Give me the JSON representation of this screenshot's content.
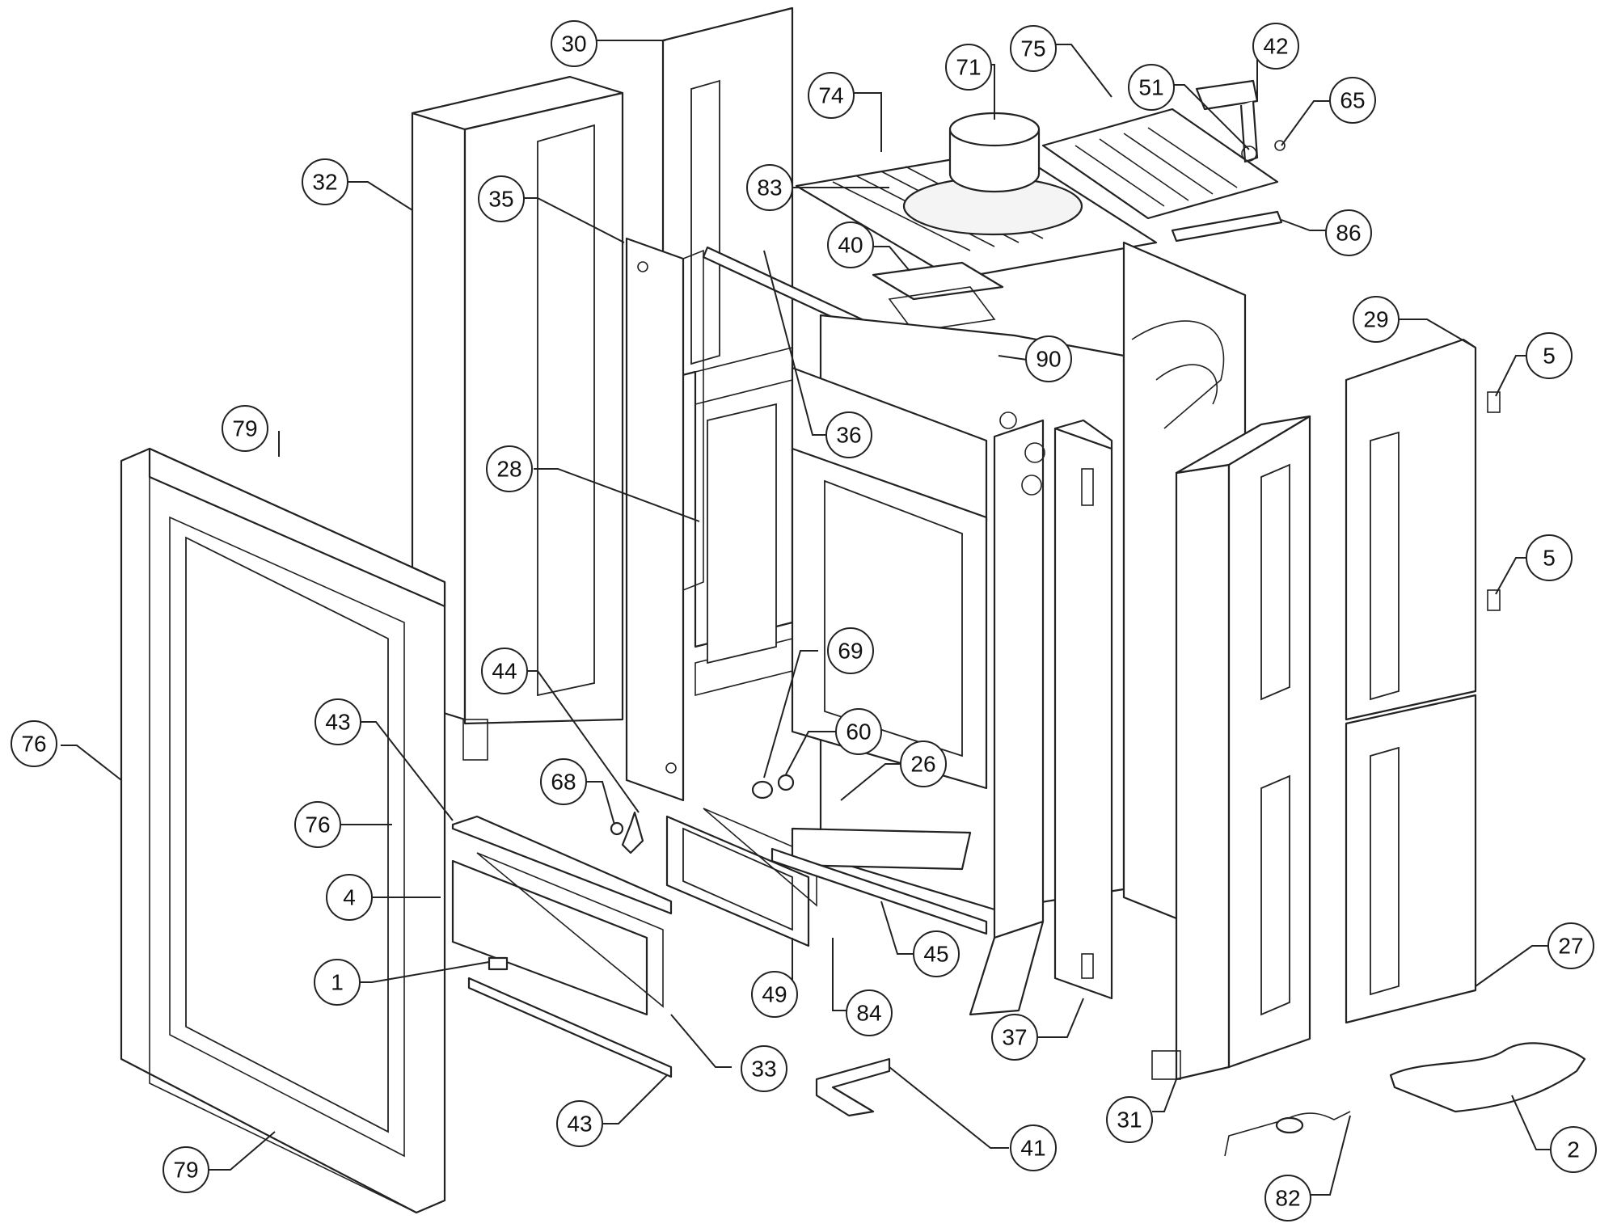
{
  "diagram": {
    "type": "exploded-parts-diagram",
    "part_numbers": [
      "1",
      "2",
      "4",
      "5",
      "5",
      "26",
      "27",
      "28",
      "29",
      "30",
      "31",
      "32",
      "33",
      "35",
      "36",
      "37",
      "40",
      "41",
      "42",
      "43",
      "43",
      "44",
      "45",
      "49",
      "51",
      "60",
      "65",
      "68",
      "69",
      "71",
      "74",
      "75",
      "76",
      "76",
      "79",
      "79",
      "82",
      "83",
      "84",
      "86",
      "90"
    ],
    "callouts": [
      {
        "label": "30"
      },
      {
        "label": "71"
      },
      {
        "label": "75"
      },
      {
        "label": "42"
      },
      {
        "label": "74"
      },
      {
        "label": "51"
      },
      {
        "label": "65"
      },
      {
        "label": "32"
      },
      {
        "label": "35"
      },
      {
        "label": "83"
      },
      {
        "label": "86"
      },
      {
        "label": "40"
      },
      {
        "label": "29"
      },
      {
        "label": "90"
      },
      {
        "label": "5"
      },
      {
        "label": "79"
      },
      {
        "label": "36"
      },
      {
        "label": "28"
      },
      {
        "label": "5"
      },
      {
        "label": "69"
      },
      {
        "label": "44"
      },
      {
        "label": "43"
      },
      {
        "label": "60"
      },
      {
        "label": "76"
      },
      {
        "label": "26"
      },
      {
        "label": "68"
      },
      {
        "label": "76"
      },
      {
        "label": "4"
      },
      {
        "label": "27"
      },
      {
        "label": "1"
      },
      {
        "label": "49"
      },
      {
        "label": "84"
      },
      {
        "label": "45"
      },
      {
        "label": "37"
      },
      {
        "label": "33"
      },
      {
        "label": "43"
      },
      {
        "label": "41"
      },
      {
        "label": "31"
      },
      {
        "label": "2"
      },
      {
        "label": "79"
      },
      {
        "label": "82"
      }
    ]
  }
}
